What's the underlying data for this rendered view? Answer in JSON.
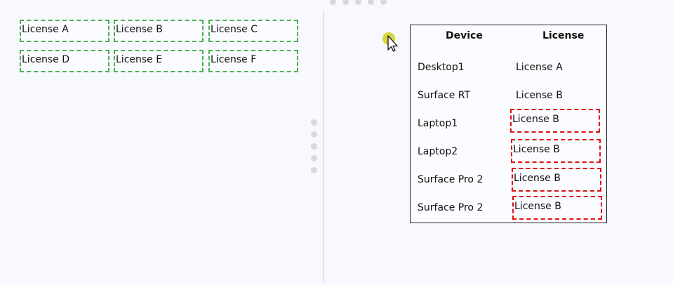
{
  "licenses": {
    "items": [
      "License A",
      "License B",
      "License C",
      "License D",
      "License E",
      "License F"
    ]
  },
  "table": {
    "headers": {
      "device": "Device",
      "license": "License"
    },
    "rows": [
      {
        "device": "Desktop1",
        "license": "License A"
      },
      {
        "device": "Surface RT",
        "license": "License B"
      },
      {
        "device": "Laptop1",
        "license": "License B"
      },
      {
        "device": "Laptop2",
        "license": "License B"
      },
      {
        "device": "Surface Pro 2",
        "license": "License B"
      },
      {
        "device": "Surface Pro 2",
        "license": "License B"
      }
    ]
  },
  "colors": {
    "source_border": "#4caf50",
    "drop_border": "#e01010",
    "cursor_highlight": "#c8c800"
  }
}
